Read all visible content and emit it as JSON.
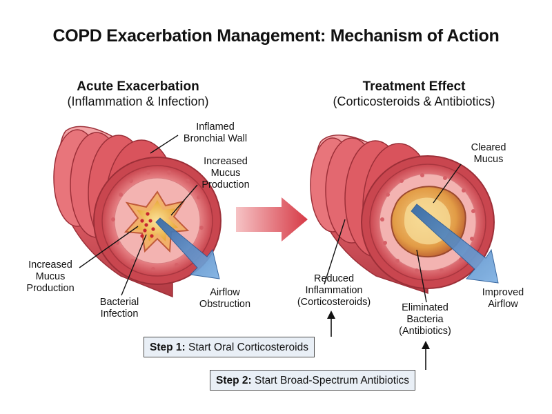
{
  "title": "COPD Exacerbation Management: Mechanism of Action",
  "left_panel": {
    "heading": "Acute Exacerbation",
    "subheading": "(Inflammation & Infection)",
    "labels": {
      "inflamed_wall": [
        "Inflamed",
        "Bronchial Wall"
      ],
      "mucus_top": [
        "Increased",
        "Mucus",
        "Production"
      ],
      "mucus_left": [
        "Increased",
        "Mucus",
        "Production"
      ],
      "bacterial": [
        "Bacterial",
        "Infection"
      ],
      "airflow": [
        "Airflow",
        "Obstruction"
      ]
    }
  },
  "right_panel": {
    "heading": "Treatment Effect",
    "subheading": "(Corticosteroids & Antibiotics)",
    "labels": {
      "cleared_mucus": [
        "Cleared",
        "Mucus"
      ],
      "reduced_inflammation": [
        "Reduced",
        "Inflammation",
        "(Corticosteroids)"
      ],
      "eliminated_bacteria": [
        "Eliminated",
        "Bacteria",
        "(Antibiotics)"
      ],
      "improved_airflow": [
        "Improved",
        "Airflow"
      ]
    }
  },
  "steps": [
    {
      "prefix": "Step 1:",
      "text": "Start Oral Corticosteroids"
    },
    {
      "prefix": "Step 2:",
      "text": "Start Broad-Spectrum Antibiotics"
    }
  ],
  "colors": {
    "airway": "#d9535c",
    "airway_dark": "#b23a43",
    "airway_light": "#f1a3a6",
    "mucus": "#f2c35a",
    "airflow_arrow": "#4a86c5",
    "transition_arrow": "#d64550",
    "step_box": "#e9eff6"
  }
}
